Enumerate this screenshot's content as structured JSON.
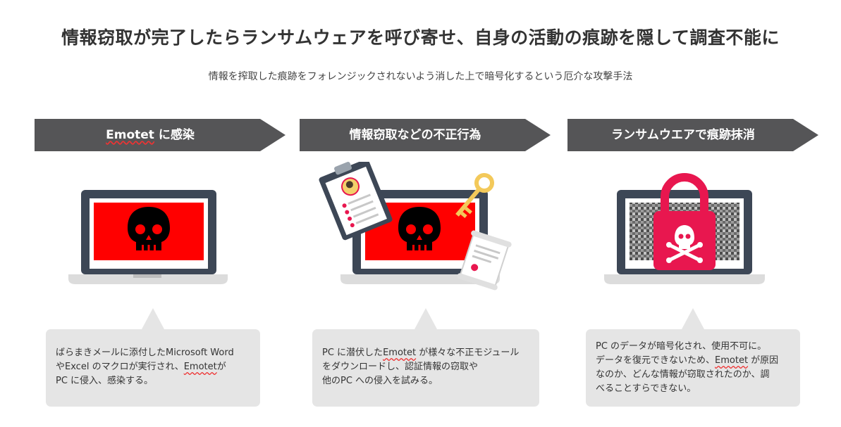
{
  "title": "情報窃取が完了したらランサムウェアを呼び寄せ、自身の活動の痕跡を隠して調査不能に",
  "subtitle": "情報を搾取した痕跡をフォレンジックされないよう消した上で暗号化するという厄介な攻撃手法",
  "steps": [
    {
      "banner_keyword": "Emotet",
      "banner_text": " に感染",
      "desc_lines": [
        "ばらまきメールに添付したMicrosoft Word",
        "やExcel のマクロが実行され、",
        "PC に侵入、感染する。"
      ],
      "desc_keyword": "Emotet",
      "desc_after": "が"
    },
    {
      "banner_text": "情報窃取などの不正行為",
      "desc_lines": [
        "PC に潜伏した",
        " が様々な不正モジュール",
        "をダウンロードし、認証情報の窃取や",
        "他のPC への侵入を試みる。"
      ],
      "desc_keyword": "Emotet"
    },
    {
      "banner_text": "ランサムウエアで痕跡抹消",
      "desc_lines": [
        "PC のデータが暗号化され、使用不可に。",
        "データを復元できないため、",
        " が原因",
        "なのか、どんな情報が窃取されたのか、調",
        "べることすらできない。"
      ],
      "desc_keyword": "Emotet"
    }
  ],
  "colors": {
    "banner": "#555557",
    "laptop_frame": "#3d4756",
    "screen_alert": "#ff0000",
    "lock": "#e8174f",
    "bubble": "#e5e5e5"
  },
  "icons": [
    "laptop-icon",
    "skull-icon",
    "clipboard-icon",
    "key-icon",
    "certificate-icon",
    "padlock-icon",
    "crossbones-icon"
  ]
}
